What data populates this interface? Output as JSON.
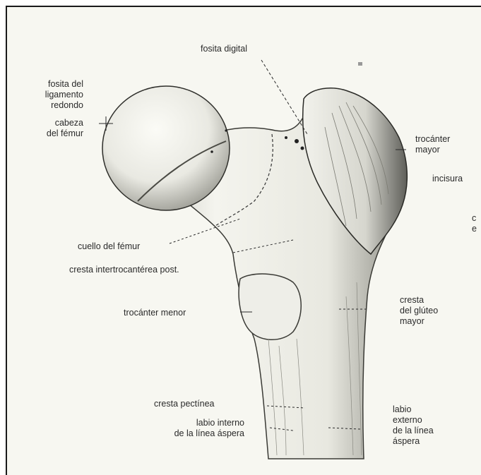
{
  "labels": {
    "fosita_digital": "fosita digital",
    "fosita_ligamento": "fosita del\nligamento\nredondo",
    "cabeza": "cabeza\ndel fémur",
    "trocanter_mayor": "trocánter\nmayor",
    "incisura": "incisura",
    "cut_right": "c\ne",
    "cuello": "cuello del fémur",
    "cresta_intertro": "cresta intertrocantérea post.",
    "trocanter_menor": "trocánter menor",
    "cresta_gluteo": "cresta\ndel glúteo\nmayor",
    "cresta_pectinea": "cresta pectínea",
    "labio_interno": "labio interno\nde la línea áspera",
    "labio_externo": "labio\nexterno\nde la línea\náspera"
  }
}
